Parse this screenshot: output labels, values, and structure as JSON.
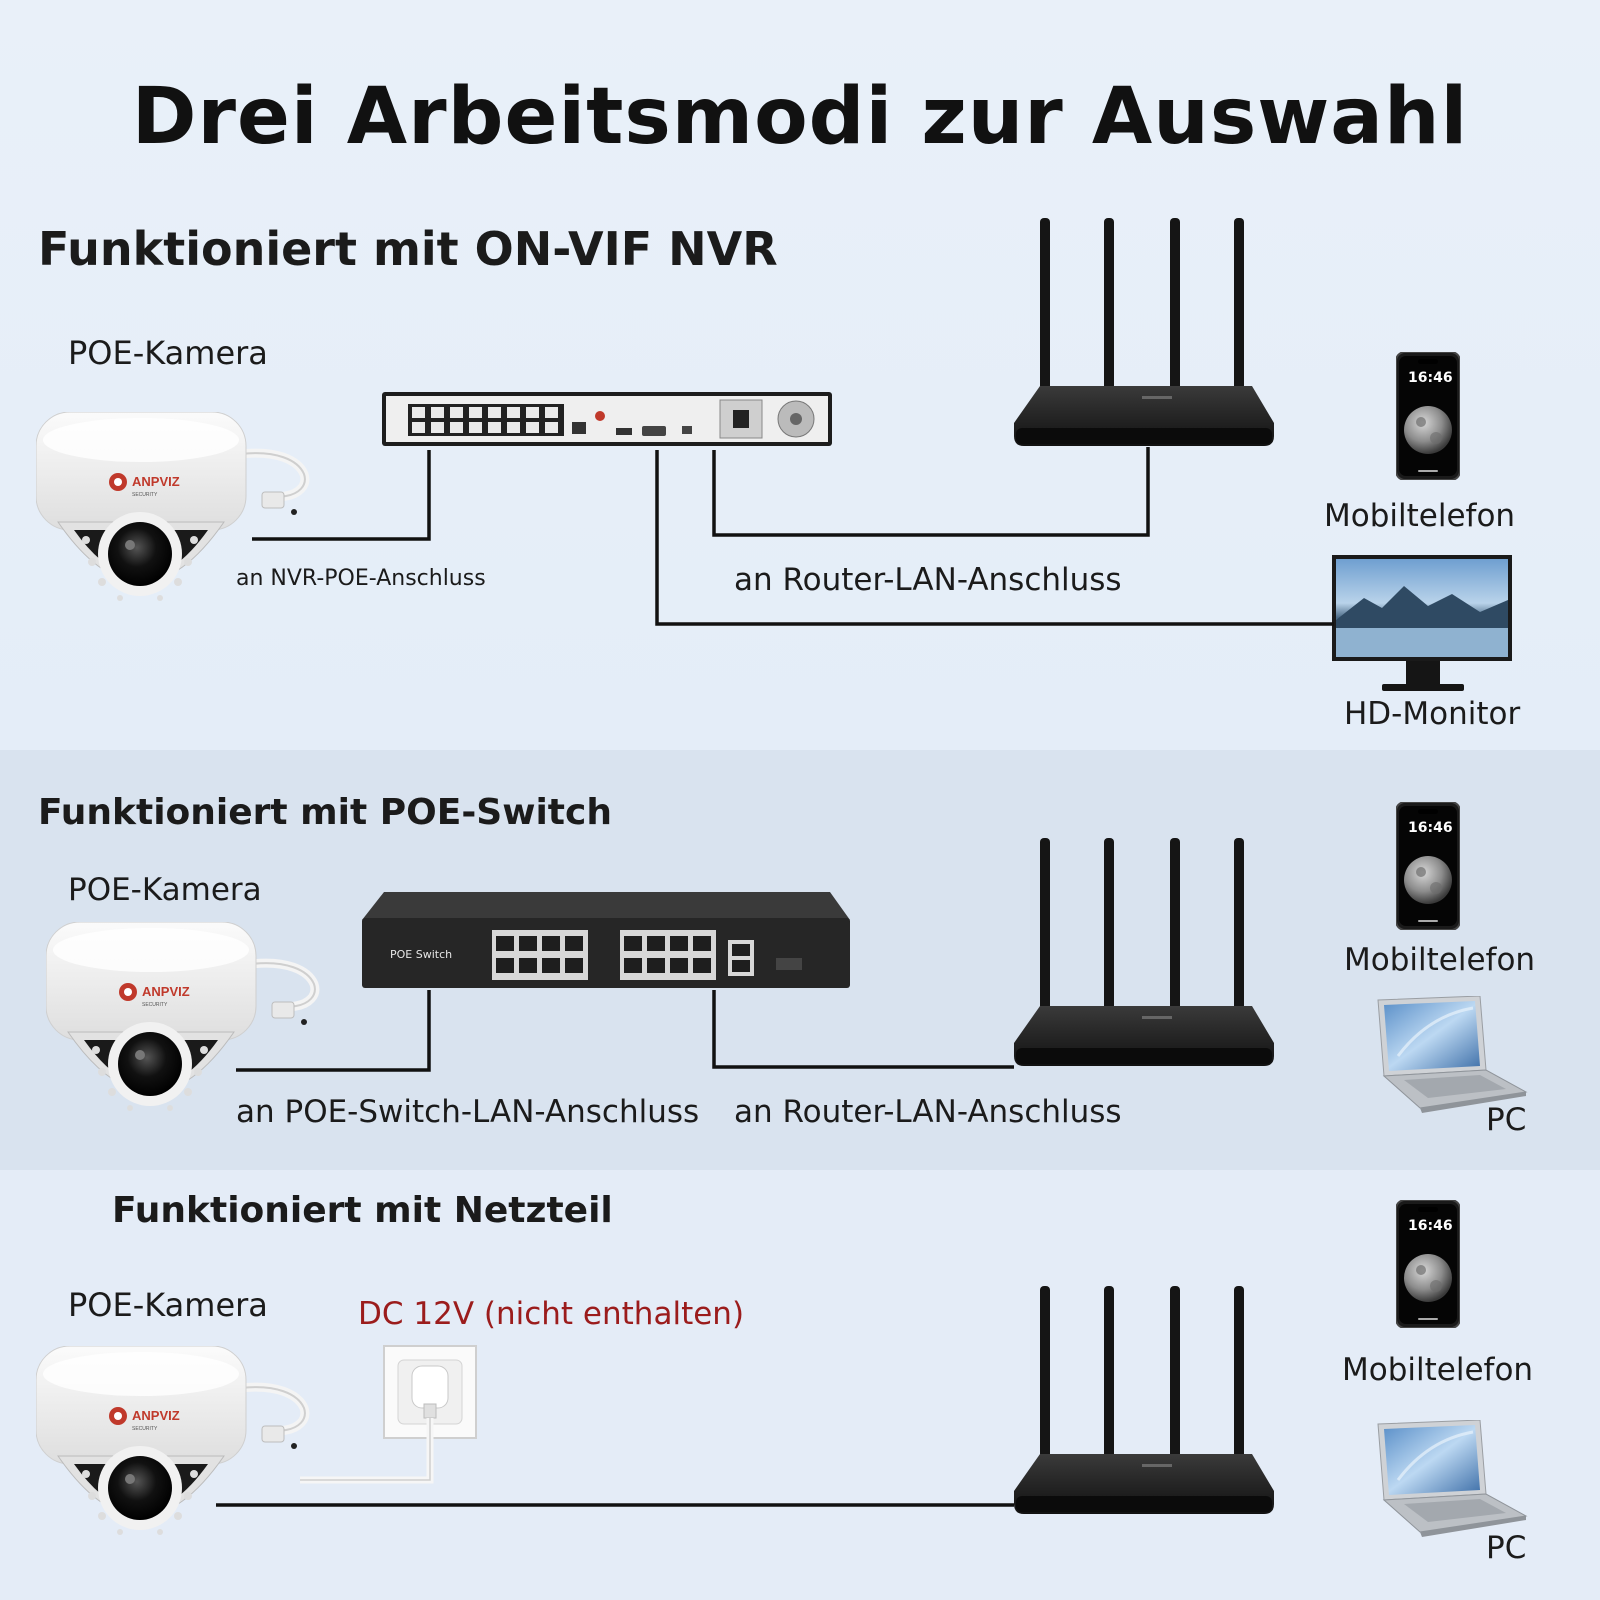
{
  "title": "Drei Arbeitsmodi zur Auswahl",
  "brand": {
    "logo_text": "ANPVIZ",
    "logo_sub": "SECURITY"
  },
  "colors": {
    "background": "#e6eef8",
    "band_alt": "#d9e3ef",
    "line": "#111111",
    "warning_text": "#9b1c1c"
  },
  "sections": [
    {
      "title": "Funktioniert mit ON-VIF NVR",
      "camera_label": "POE-Kamera",
      "link_camera": "an NVR-POE-Anschluss",
      "link_router": "an Router-LAN-Anschluss",
      "device_1": "Mobiltelefon",
      "device_2": "HD-Monitor",
      "phone_time": "16:46"
    },
    {
      "title": "Funktioniert mit POE-Switch",
      "camera_label": "POE-Kamera",
      "switch_label": "POE Switch",
      "link_camera": "an POE-Switch-LAN-Anschluss",
      "link_router": "an Router-LAN-Anschluss",
      "device_1": "Mobiltelefon",
      "device_2": "PC",
      "phone_time": "16:46"
    },
    {
      "title": "Funktioniert mit Netzteil",
      "camera_label": "POE-Kamera",
      "power_note": "DC 12V (nicht enthalten)",
      "device_1": "Mobiltelefon",
      "device_2": "PC",
      "phone_time": "16:46"
    }
  ]
}
